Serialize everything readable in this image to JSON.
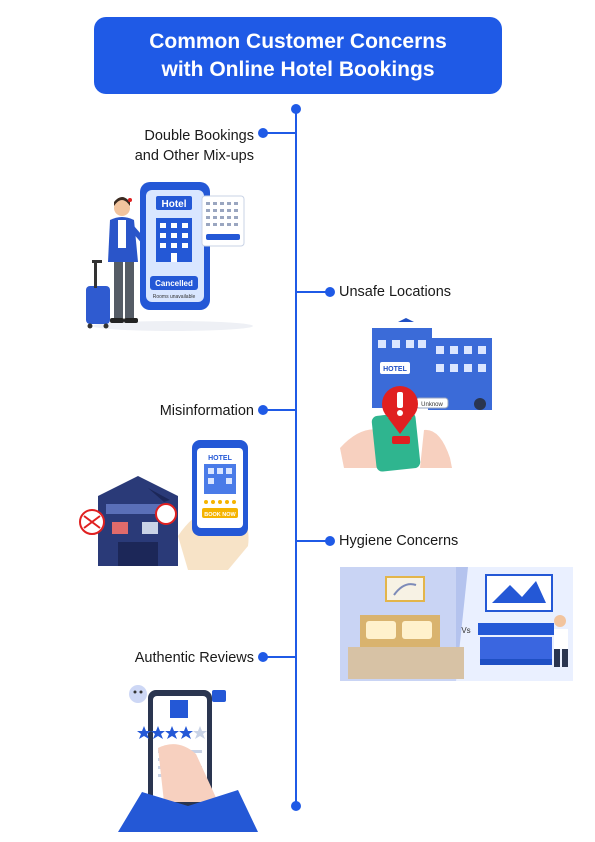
{
  "title": {
    "line1": "Common Customer Concerns",
    "line2": "with Online Hotel Bookings"
  },
  "concerns": {
    "double_bookings": {
      "line1": "Double Bookings",
      "line2": "and Other Mix-ups",
      "phone_hotel": "Hotel",
      "phone_status": "Cancelled",
      "phone_note": "Rooms unavailable"
    },
    "unsafe_locations": {
      "label": "Unsafe Locations",
      "sign_hotel": "HOTEL",
      "sign_unknown": "Unknow"
    },
    "misinformation": {
      "label": "Misinformation",
      "phone_hotel": "HOTEL",
      "phone_button": "BOOK NOW"
    },
    "hygiene": {
      "label": "Hygiene Concerns",
      "vs": "Vs"
    },
    "authentic_reviews": {
      "label": "Authentic Reviews"
    }
  },
  "colors": {
    "accent": "#1f5ae6",
    "alert": "#e02020"
  }
}
